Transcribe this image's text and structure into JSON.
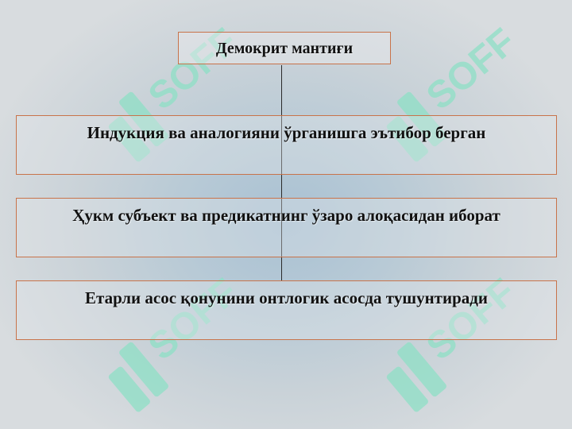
{
  "diagram": {
    "title": "Демокрит мантиғи",
    "items": [
      {
        "text": "Индукция ва аналогияни ўрганишга эътибор берган"
      },
      {
        "text": "Ҳукм субъект ва предикатнинг ўзаро алоқасидан иборат"
      },
      {
        "text": "Етарли асос қонунини онтлогик асосда тушунтиради"
      }
    ]
  },
  "watermark": {
    "text": "SOFF",
    "color": "#8ee0c6"
  },
  "colors": {
    "box_border": "#c8734a",
    "connector": "#2a2a2a",
    "text": "#111111"
  }
}
